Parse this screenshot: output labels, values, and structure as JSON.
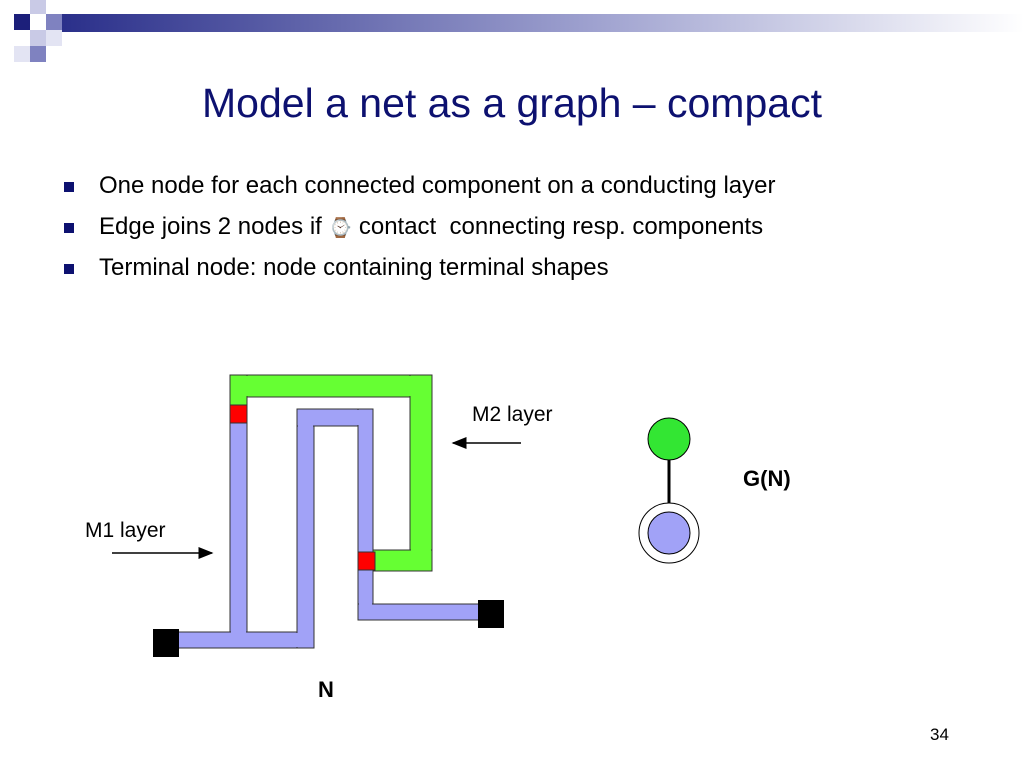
{
  "slide": {
    "title": "Model a net as a graph – compact",
    "page_number": "34"
  },
  "bullets": [
    {
      "text": "One node for each connected component on a conducting layer"
    },
    {
      "before": "Edge joins 2 nodes if ",
      "symbol": "⌚",
      "after": " contact  connecting resp. components"
    },
    {
      "text": "Terminal node: node containing terminal shapes"
    }
  ],
  "diagram": {
    "m2_label": "M2 layer",
    "m1_label": "M1 layer",
    "net_label": "N",
    "graph_label": "G(N)"
  },
  "colors": {
    "title": "#0d1170",
    "m1": "#a1a2f7",
    "m2": "#66ff33",
    "contact": "#ff0000",
    "terminal": "#000000"
  }
}
